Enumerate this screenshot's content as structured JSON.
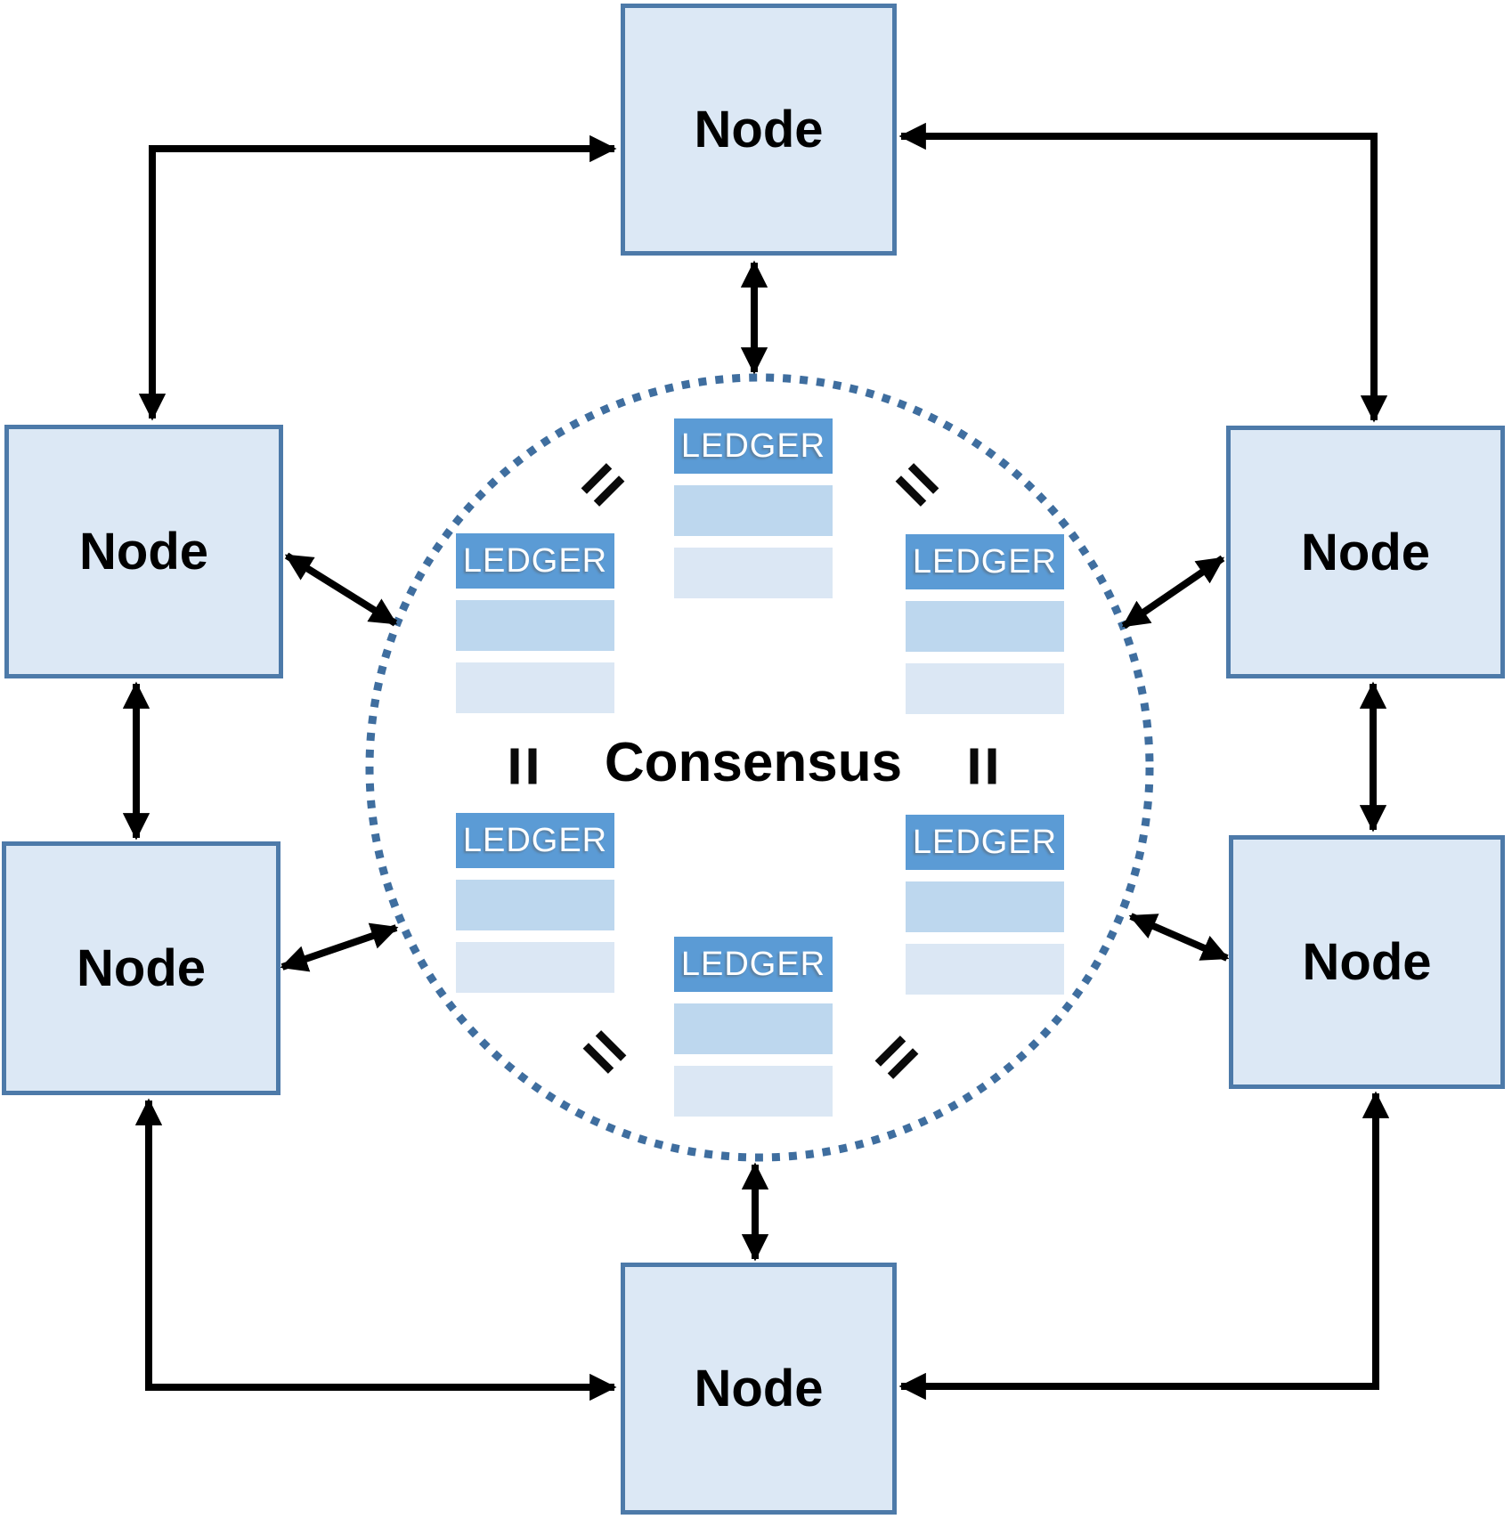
{
  "diagram": {
    "type": "peer-to-peer distributed ledger consensus network",
    "consensus_label": "Consensus",
    "node_count": 6,
    "ledger_count": 6
  },
  "nodes": [
    {
      "label": "Node",
      "position": "top"
    },
    {
      "label": "Node",
      "position": "left-upper"
    },
    {
      "label": "Node",
      "position": "left-lower"
    },
    {
      "label": "Node",
      "position": "right-upper"
    },
    {
      "label": "Node",
      "position": "right-lower"
    },
    {
      "label": "Node",
      "position": "bottom"
    }
  ],
  "ledgers": [
    {
      "label": "LEDGER",
      "position": "top",
      "rows": 2
    },
    {
      "label": "LEDGER",
      "position": "left-upper",
      "rows": 2
    },
    {
      "label": "LEDGER",
      "position": "right-upper",
      "rows": 2
    },
    {
      "label": "LEDGER",
      "position": "left-lower",
      "rows": 2
    },
    {
      "label": "LEDGER",
      "position": "right-lower",
      "rows": 2
    },
    {
      "label": "LEDGER",
      "position": "bottom",
      "rows": 2
    }
  ],
  "equals_marks": [
    {
      "position": "top-left",
      "meaning": "ledger equality"
    },
    {
      "position": "top-right",
      "meaning": "ledger equality"
    },
    {
      "position": "middle-left",
      "meaning": "ledger equality"
    },
    {
      "position": "middle-right",
      "meaning": "ledger equality"
    },
    {
      "position": "bottom-left",
      "meaning": "ledger equality"
    },
    {
      "position": "bottom-right",
      "meaning": "ledger equality"
    }
  ],
  "connections": {
    "node_to_circle_arrows": 6,
    "node_to_node_arrows": 6,
    "style": "double-headed"
  },
  "colors": {
    "node_fill": "#dce8f5",
    "node_border": "#4d7aa9",
    "ledger_header": "#5b9bd5",
    "ledger_row_1": "#bdd7ee",
    "ledger_row_2": "#dbe7f4",
    "circle_dots": "#3f6e9f",
    "arrow": "#000000",
    "text": "#000000"
  }
}
